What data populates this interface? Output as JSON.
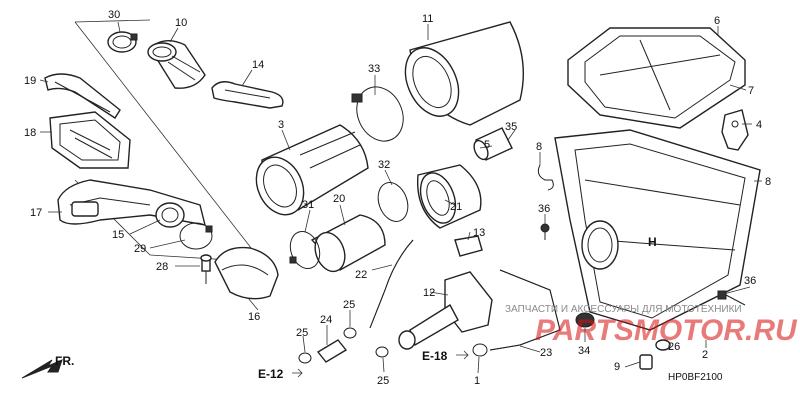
{
  "diagram": {
    "code": "HP0BF2100",
    "front_label": "FR.",
    "refs": [
      "E-12",
      "E-18"
    ],
    "watermark": "ЗАПЧАСТИ И АКСЕССУАРЫ ДЛЯ МОТОТЕХНИКИ",
    "brand": "PARTSMOTOR.RU",
    "callouts": [
      {
        "id": "c30",
        "label": "30"
      },
      {
        "id": "c10",
        "label": "10"
      },
      {
        "id": "c11",
        "label": "11"
      },
      {
        "id": "c6",
        "label": "6"
      },
      {
        "id": "c19",
        "label": "19"
      },
      {
        "id": "c14",
        "label": "14"
      },
      {
        "id": "c33",
        "label": "33"
      },
      {
        "id": "c7",
        "label": "7"
      },
      {
        "id": "c18",
        "label": "18"
      },
      {
        "id": "c3",
        "label": "3"
      },
      {
        "id": "c5",
        "label": "5"
      },
      {
        "id": "c35",
        "label": "35"
      },
      {
        "id": "c4",
        "label": "4"
      },
      {
        "id": "c8a",
        "label": "8"
      },
      {
        "id": "c32",
        "label": "32"
      },
      {
        "id": "c8b",
        "label": "8"
      },
      {
        "id": "c17",
        "label": "17"
      },
      {
        "id": "c20",
        "label": "20"
      },
      {
        "id": "c31",
        "label": "31"
      },
      {
        "id": "c21",
        "label": "21"
      },
      {
        "id": "c36a",
        "label": "36"
      },
      {
        "id": "c15",
        "label": "15"
      },
      {
        "id": "c13",
        "label": "13"
      },
      {
        "id": "c29",
        "label": "29"
      },
      {
        "id": "c28",
        "label": "28"
      },
      {
        "id": "c22",
        "label": "22"
      },
      {
        "id": "c36b",
        "label": "36"
      },
      {
        "id": "c12",
        "label": "12"
      },
      {
        "id": "c25a",
        "label": "25"
      },
      {
        "id": "c24",
        "label": "24"
      },
      {
        "id": "c16",
        "label": "16"
      },
      {
        "id": "c25b",
        "label": "25"
      },
      {
        "id": "c34",
        "label": "34"
      },
      {
        "id": "c26",
        "label": "26"
      },
      {
        "id": "c2",
        "label": "2"
      },
      {
        "id": "c23",
        "label": "23"
      },
      {
        "id": "c9",
        "label": "9"
      },
      {
        "id": "c1",
        "label": "1"
      },
      {
        "id": "c25c",
        "label": "25"
      }
    ]
  }
}
